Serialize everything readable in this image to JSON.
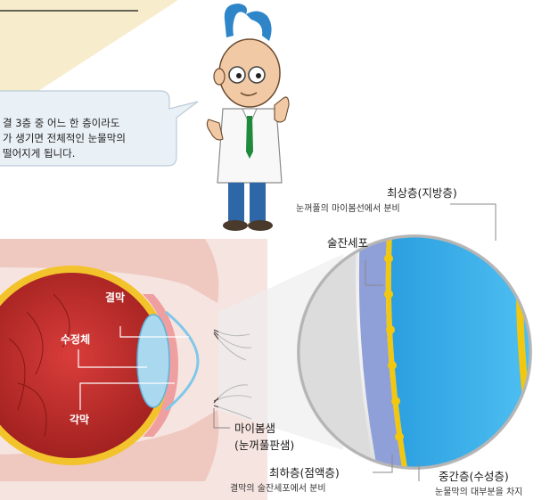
{
  "speech_bubble": {
    "lines": [
      "결 3층 중 어느 한 층이라도",
      "가 생기면 전체적인 눈물막의",
      "떨어지게 됩니다."
    ]
  },
  "eye_labels": {
    "conjunctiva": "결막",
    "lens": "수정체",
    "cornea": "각막"
  },
  "callouts": {
    "lipid_layer": {
      "title": "최상층(지방층)",
      "desc": "눈꺼풀의 마이봄선에서 분비"
    },
    "goblet_cell": {
      "title": "술잔세포"
    },
    "meibomian": {
      "line1": "마이봄샘",
      "line2": "(눈꺼풀판샘)"
    },
    "mucin_layer": {
      "title": "최하층(점액층)",
      "desc": "결막의 술잔세포에서 분비"
    },
    "aqueous_layer": {
      "title": "중간층(수성층)",
      "desc": "눈물막의 대부분을 차지"
    }
  },
  "colors": {
    "lipid": "#f2c70f",
    "aqueous": "#2aa6e6",
    "mucin": "#8f9fd8",
    "doctor_hair": "#2e86c9",
    "sclera_red": "#c8312e"
  }
}
